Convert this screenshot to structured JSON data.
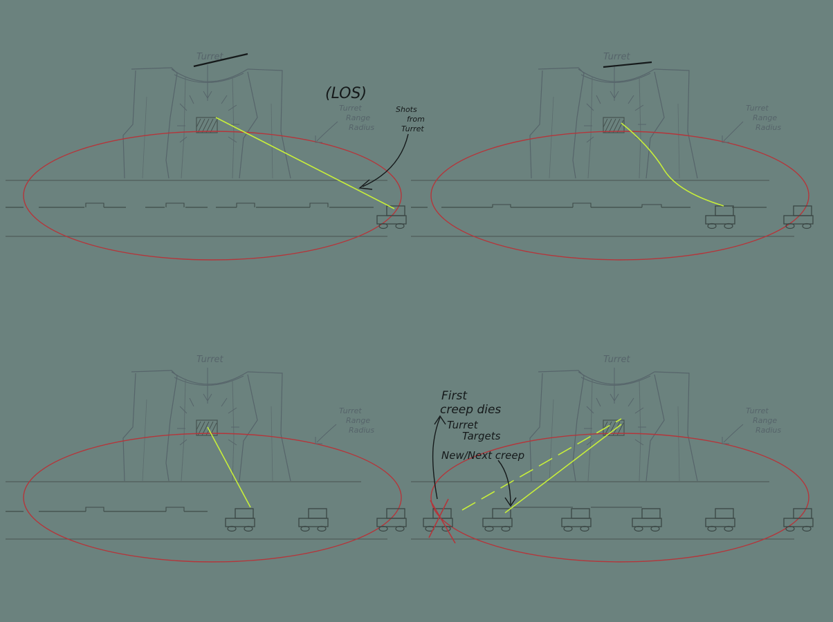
{
  "colors": {
    "background": "#6b827e",
    "pencil": "#4f5d5a",
    "pencil_faint": "#5a6b68",
    "range_circle": "#b5353a",
    "shot": "#c8ef3a",
    "ink": "#15191a"
  },
  "panels": [
    {
      "id": "panel-1",
      "turret_label": "Turret",
      "range_label": [
        "Turret",
        "Range",
        "Radius"
      ],
      "notes": [
        {
          "id": "los",
          "text": "(LOS)"
        },
        {
          "id": "shots",
          "lines": [
            "Shots",
            "from",
            "Turret"
          ]
        }
      ]
    },
    {
      "id": "panel-2",
      "turret_label": "Turret",
      "range_label": [
        "Turret",
        "Range",
        "Radius"
      ],
      "notes": []
    },
    {
      "id": "panel-3",
      "turret_label": "Turret",
      "range_label": [
        "Turret",
        "Range",
        "Radius"
      ],
      "notes": []
    },
    {
      "id": "panel-4",
      "turret_label": "Turret",
      "range_label": [
        "Turret",
        "Range",
        "Radius"
      ],
      "notes": [
        {
          "id": "first-creep",
          "lines": [
            "First",
            "creep dies"
          ]
        },
        {
          "id": "retarget",
          "lines": [
            "Turret",
            "Targets",
            "New/Next creep"
          ]
        }
      ]
    }
  ]
}
